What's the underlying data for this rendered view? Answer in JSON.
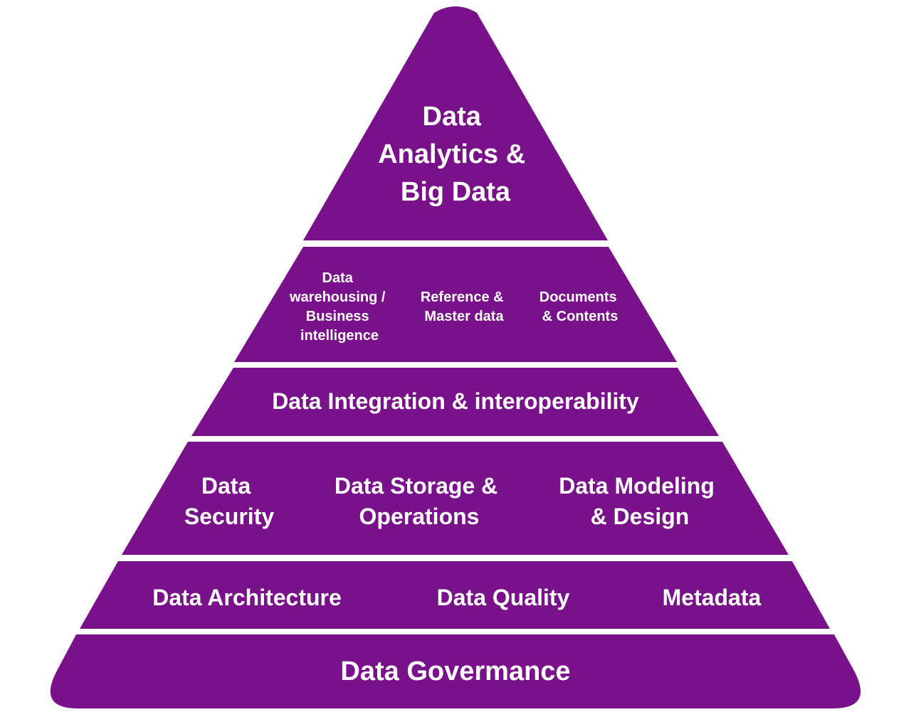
{
  "colors": {
    "tier_fill": "#78118a",
    "background": "#ffffff",
    "text": "#ffffff"
  },
  "tiers": [
    {
      "id": "tier-1",
      "items": [
        {
          "lines": [
            "Data",
            "Analytics &",
            "Big Data"
          ]
        }
      ]
    },
    {
      "id": "tier-2",
      "items": [
        {
          "lines": [
            "Data",
            "warehousing /",
            "Business",
            "intelligence"
          ]
        },
        {
          "lines": [
            "Reference &",
            "Master data"
          ]
        },
        {
          "lines": [
            "Documents",
            "& Contents"
          ]
        }
      ]
    },
    {
      "id": "tier-3",
      "items": [
        {
          "lines": [
            "Data Integration & interoperability"
          ]
        }
      ]
    },
    {
      "id": "tier-4",
      "items": [
        {
          "lines": [
            "Data",
            "Security"
          ]
        },
        {
          "lines": [
            "Data Storage &",
            "Operations"
          ]
        },
        {
          "lines": [
            "Data Modeling",
            "& Design"
          ]
        }
      ]
    },
    {
      "id": "tier-5",
      "items": [
        {
          "lines": [
            "Data Architecture"
          ]
        },
        {
          "lines": [
            "Data Quality"
          ]
        },
        {
          "lines": [
            "Metadata"
          ]
        }
      ]
    },
    {
      "id": "tier-6",
      "items": [
        {
          "lines": [
            "Data Govermance"
          ]
        }
      ]
    }
  ]
}
